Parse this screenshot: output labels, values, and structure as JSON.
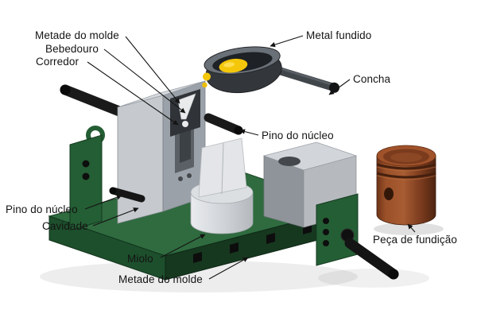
{
  "labels": {
    "mold_half_top": "Metade do molde",
    "sprue": "Bebedouro",
    "runner": "Corredor",
    "molten_metal": "Metal fundido",
    "ladle": "Concha",
    "core_pin_right": "Pino do núcleo",
    "core_pin_left": "Pino do núcleo",
    "cavity": "Cavidade",
    "core": "Miolo",
    "mold_half_bottom": "Metade do molde",
    "cast_part": "Peça de fundição"
  },
  "colors": {
    "background": "#ffffff",
    "label_text": "#141414",
    "leader_line": "#141414",
    "machine_green_top": "#2f6b3f",
    "machine_green_front": "#16381f",
    "machine_green_side": "#1d4f2c",
    "clamp_green": "#245e34",
    "mold_gray_light": "#c6cacf",
    "mold_gray_mid": "#b6babf",
    "mold_gray_dark": "#9ba1a8",
    "core_white": "#e3e5e8",
    "pin_black": "#1a1a1a",
    "ladle_body": "#33373b",
    "ladle_rim": "#6a7077",
    "molten_yellow": "#f4c70a",
    "casting_brown": "#a85c32",
    "casting_brown_dark": "#4e2410"
  }
}
